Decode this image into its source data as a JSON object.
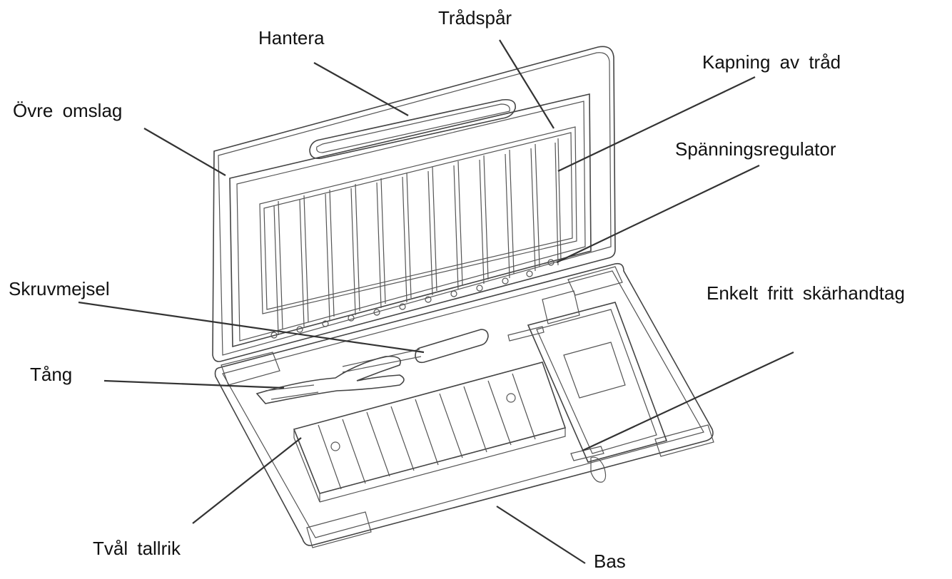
{
  "labels": {
    "handle": "Hantera",
    "wire_groove": "Trådspår",
    "wire_cutting": "Kapning av tråd",
    "upper_cover": "Övre omslag",
    "tension_regulator": "Spänningsregulator",
    "screwdriver": "Skruvmejsel",
    "single_cutter_handle": "Enkelt fritt skärhandtag",
    "pliers": "Tång",
    "soap_dish": "Tvål tallrik",
    "base": "Bas"
  },
  "colors": {
    "line": "#333333",
    "text": "#111111",
    "background": "#ffffff"
  }
}
